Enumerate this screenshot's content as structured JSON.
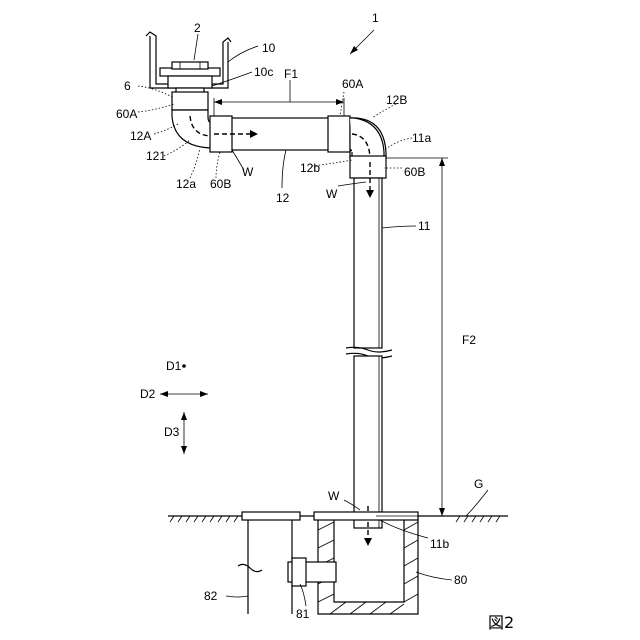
{
  "figure": {
    "caption": "図2"
  },
  "labels": {
    "assembly": "1",
    "gutter_part": "2",
    "gutter": "10",
    "outlet": "10c",
    "pipe_vertical": "11",
    "pipe_vertical_top": "11a",
    "pipe_vertical_bottom": "11b",
    "pipe_horizontal": "12",
    "elbow_a": "12A",
    "elbow_b": "12B",
    "elbow_b_end": "12b",
    "elbow_a_end": "12a",
    "elbow_a_inner": "121",
    "socket_a_left": "60A",
    "socket_a_right": "60A",
    "socket_b_left": "60B",
    "socket_b_right": "60B",
    "joint": "6",
    "flow_w1": "W",
    "flow_w2": "W",
    "flow_w3": "W",
    "dim_f1": "F1",
    "dim_f2": "F2",
    "ground": "G",
    "basin": "80",
    "drain_joint": "81",
    "drain_pipe": "82",
    "dir_d1": "D1",
    "dir_d2": "D2",
    "dir_d3": "D3"
  }
}
